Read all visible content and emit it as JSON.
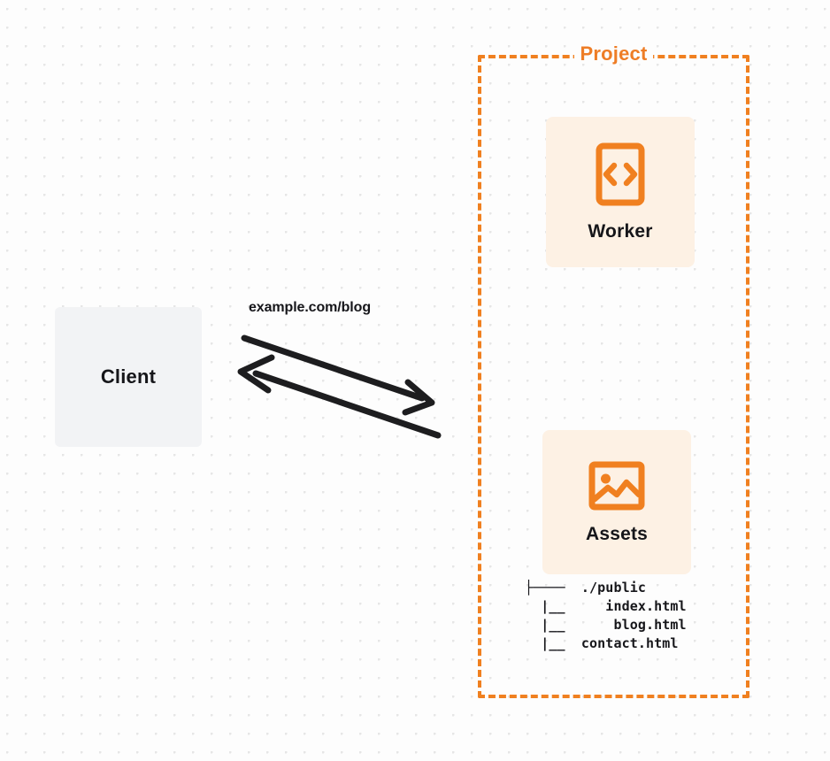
{
  "diagram": {
    "title": "Project",
    "background": {
      "style": "dot-grid",
      "dot_color": "#e6e6e6",
      "page_color": "#fdfdfd"
    },
    "colors": {
      "accent_orange": "#f08020",
      "title_orange": "#ee7d26",
      "node_fill_orange": "#fdf1e4",
      "node_fill_gray": "#f2f3f5",
      "text_dark": "#16161a",
      "arrow_stroke": "#1d1d1f"
    },
    "client": {
      "label": "Client"
    },
    "edge": {
      "label": "example.com/blog",
      "direction": "bidirectional",
      "request_arrow": "client-to-project",
      "response_arrow": "project-to-client"
    },
    "project": {
      "label": "Project",
      "nodes": [
        {
          "id": "worker",
          "label": "Worker",
          "icon": "code-brackets-icon"
        },
        {
          "id": "assets",
          "label": "Assets",
          "icon": "image-icon"
        }
      ],
      "file_tree": {
        "lines": [
          "├────  ./public",
          "  |__     index.html",
          "  |__      blog.html",
          "  |__  contact.html"
        ],
        "root": "./public",
        "files": [
          "index.html",
          "blog.html",
          "contact.html"
        ]
      }
    }
  }
}
